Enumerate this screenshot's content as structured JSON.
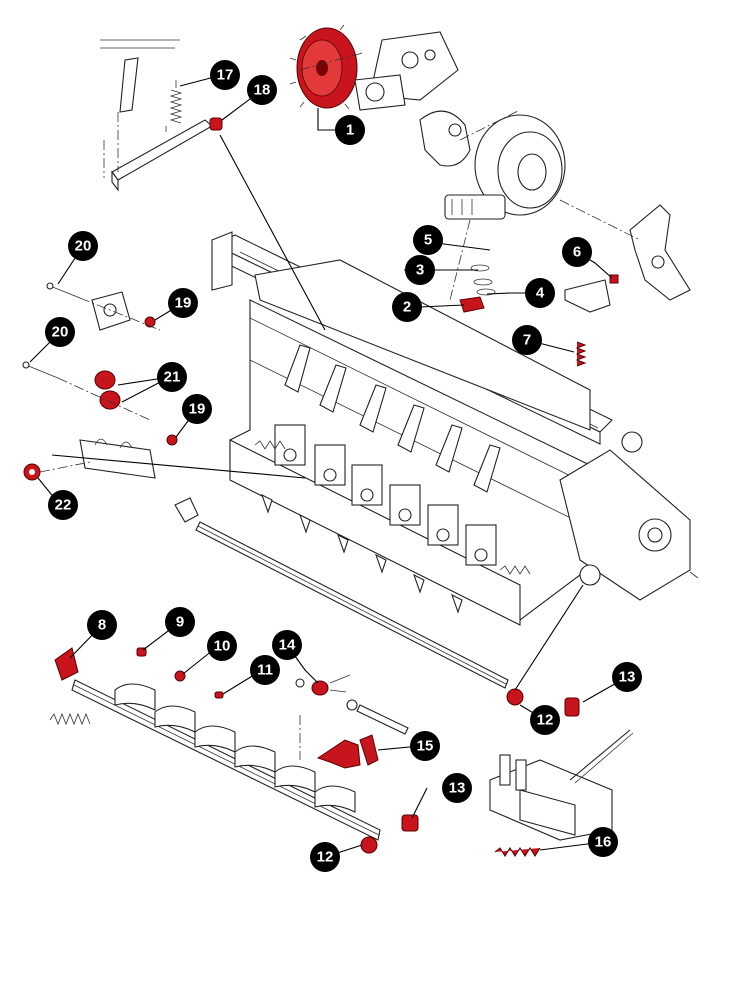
{
  "accent_color": "#c8141c",
  "callouts": [
    {
      "id": "c1",
      "label": "1"
    },
    {
      "id": "c2",
      "label": "2"
    },
    {
      "id": "c3",
      "label": "3"
    },
    {
      "id": "c4",
      "label": "4"
    },
    {
      "id": "c5",
      "label": "5"
    },
    {
      "id": "c6",
      "label": "6"
    },
    {
      "id": "c7",
      "label": "7"
    },
    {
      "id": "c8",
      "label": "8"
    },
    {
      "id": "c9",
      "label": "9"
    },
    {
      "id": "c10",
      "label": "10"
    },
    {
      "id": "c11",
      "label": "11"
    },
    {
      "id": "c12a",
      "label": "12"
    },
    {
      "id": "c12b",
      "label": "12"
    },
    {
      "id": "c13a",
      "label": "13"
    },
    {
      "id": "c13b",
      "label": "13"
    },
    {
      "id": "c14",
      "label": "14"
    },
    {
      "id": "c15",
      "label": "15"
    },
    {
      "id": "c16",
      "label": "16"
    },
    {
      "id": "c17",
      "label": "17"
    },
    {
      "id": "c18",
      "label": "18"
    },
    {
      "id": "c19a",
      "label": "19"
    },
    {
      "id": "c19b",
      "label": "19"
    },
    {
      "id": "c20a",
      "label": "20"
    },
    {
      "id": "c20b",
      "label": "20"
    },
    {
      "id": "c21",
      "label": "21"
    },
    {
      "id": "c22",
      "label": "22"
    }
  ]
}
